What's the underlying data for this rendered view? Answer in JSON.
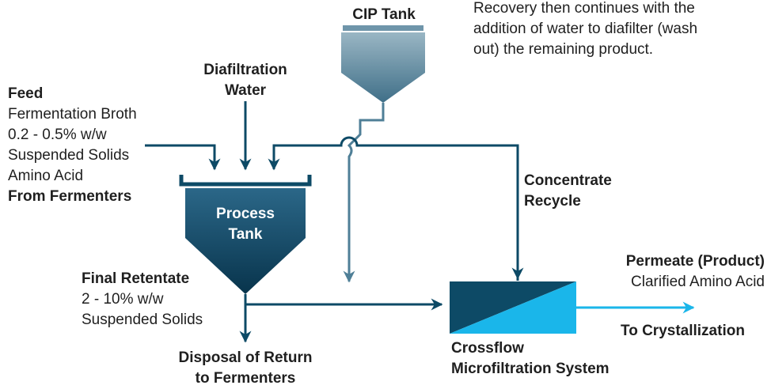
{
  "cip_tank": {
    "label": "CIP Tank"
  },
  "description": [
    "Recovery then continues with the",
    "addition of water to diafilter (wash",
    "out) the remaining product."
  ],
  "diafiltration": {
    "line1": "Diafiltration",
    "line2": "Water"
  },
  "feed": {
    "title": "Feed",
    "lines": [
      "Fermentation Broth",
      "0.2 - 0.5% w/w",
      "Suspended Solids",
      "Amino Acid"
    ],
    "source": "From Fermenters"
  },
  "process_tank": {
    "line1": "Process",
    "line2": "Tank"
  },
  "concentrate": {
    "line1": "Concentrate",
    "line2": "Recycle"
  },
  "final_retentate": {
    "title": "Final Retentate",
    "lines": [
      "2 - 10% w/w",
      "Suspended Solids"
    ]
  },
  "disposal": {
    "line1": "Disposal of Return",
    "line2": "to Fermenters"
  },
  "permeate": {
    "title": "Permeate (Product)",
    "line1": "Clarified Amino Acid"
  },
  "crystallization": {
    "label": "To Crystallization"
  },
  "system": {
    "line1": "Crossflow",
    "line2": "Microfiltration System"
  },
  "colors": {
    "dark_teal": "#0d4a66",
    "steel": "#4f7f97",
    "cyan": "#1ab6ea"
  }
}
